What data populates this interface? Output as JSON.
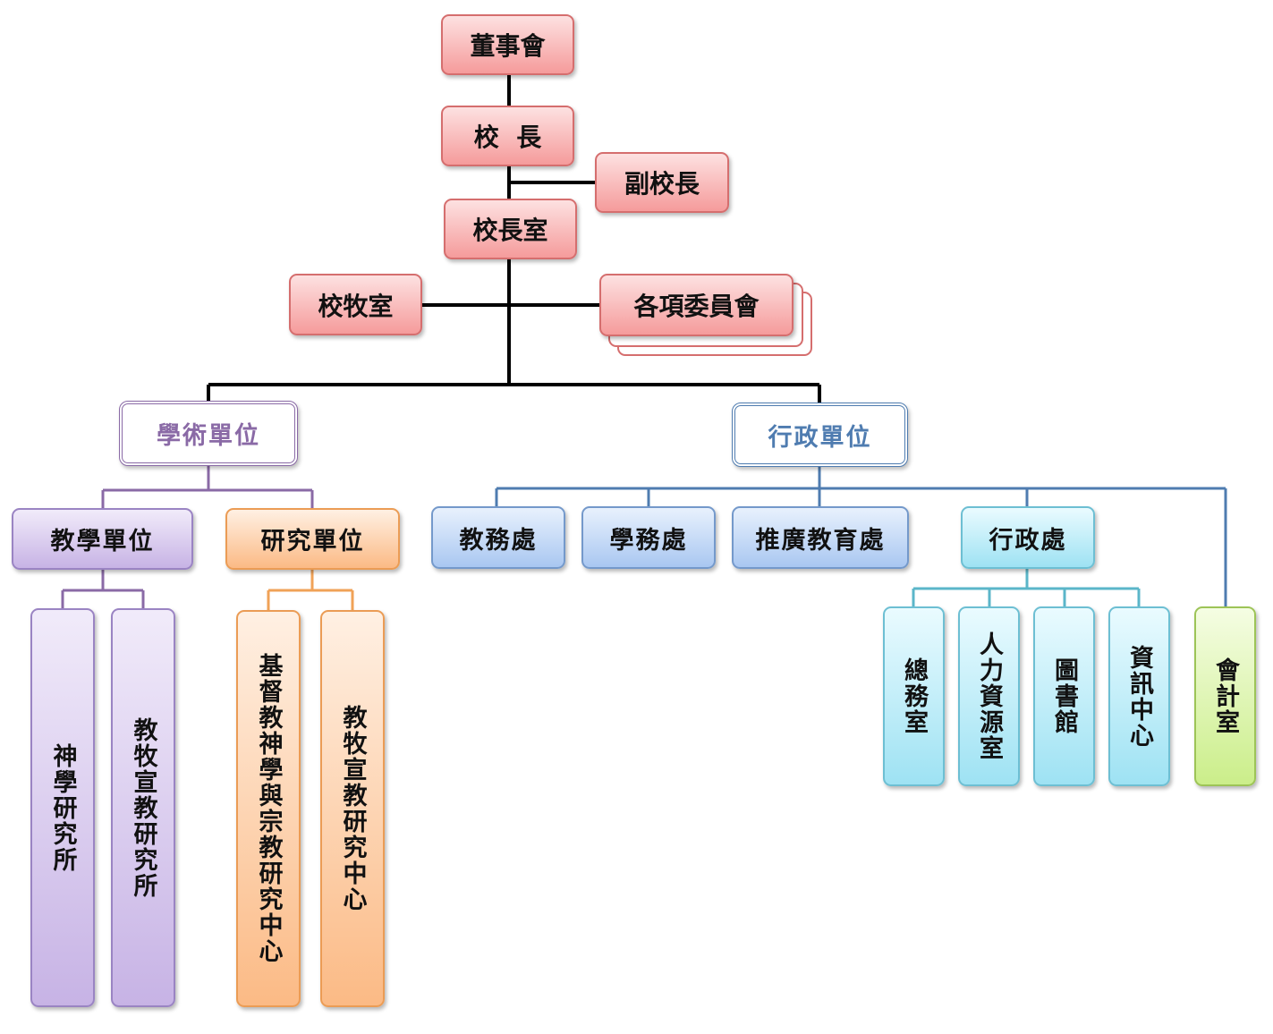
{
  "top": {
    "board": "董事會",
    "president": "校  長",
    "vice_president": "副校長",
    "president_office": "校長室",
    "chaplain_office": "校牧室",
    "committees": "各項委員會"
  },
  "divisions": {
    "academic": "學術單位",
    "administrative": "行政單位"
  },
  "academic": {
    "teaching_units": "教學單位",
    "research_units": "研究單位",
    "theology_institute": "神學研究所",
    "pastoral_institute": "教牧宣教研究所",
    "christian_center": "基督教神學與宗教研究中心",
    "pastoral_center": "教牧宣教研究中心"
  },
  "administrative": {
    "academic_affairs": "教務處",
    "student_affairs": "學務處",
    "extension_education": "推廣教育處",
    "administration_office": "行政處",
    "general_affairs": "總務室",
    "human_resources": "人力資源室",
    "library": "圖書館",
    "it_center": "資訊中心",
    "accounting": "會計室"
  },
  "colors": {
    "red": "#f59b9b",
    "purple": "#8a6aa6",
    "orange": "#f0a257",
    "blue": "#4f7cb0",
    "cyan": "#5bb6c9",
    "green": "#9dc457",
    "line": "#000000"
  }
}
